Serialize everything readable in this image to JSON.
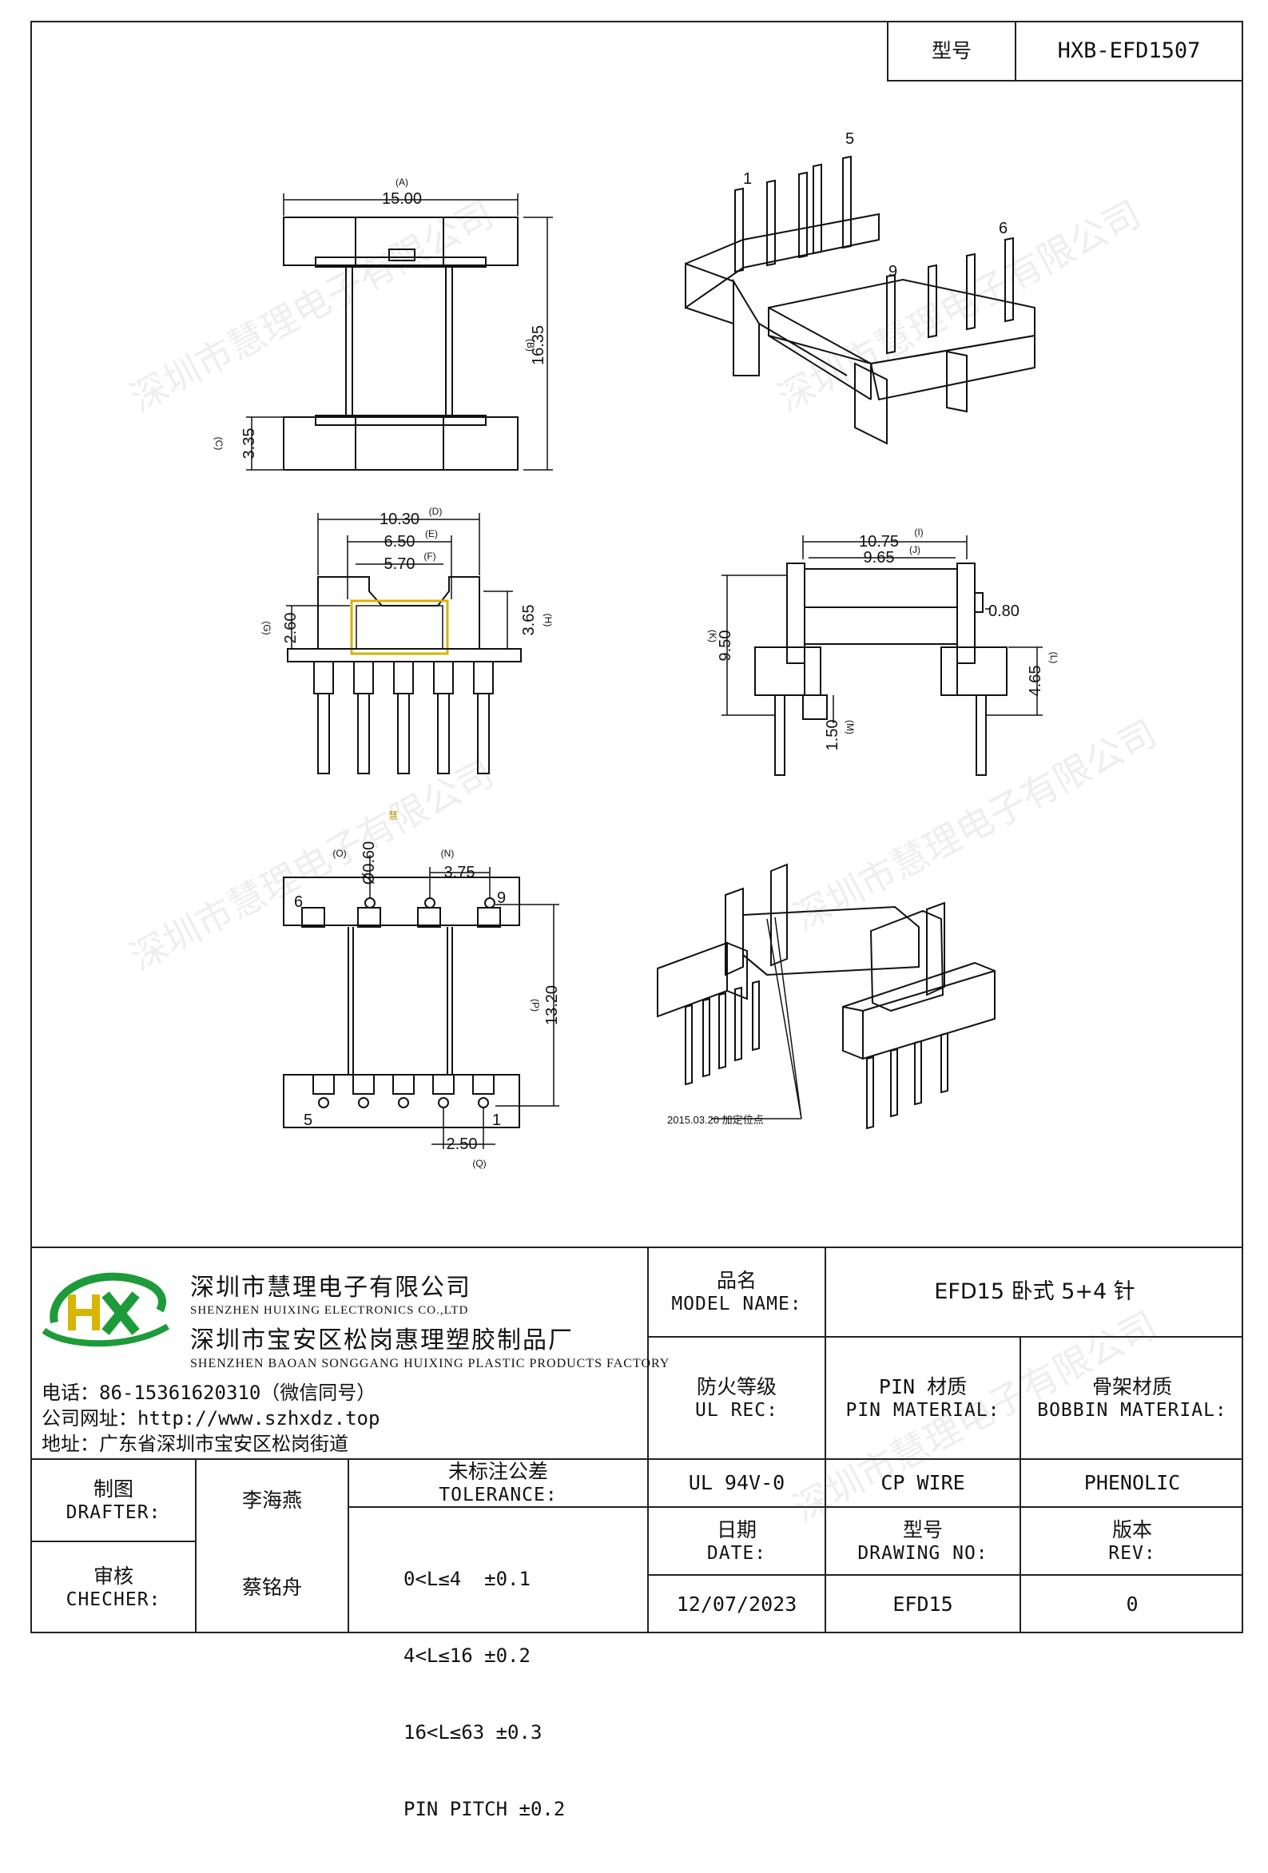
{
  "header": {
    "model_label": "型号",
    "model_value": "HXB-EFD1507"
  },
  "drawing": {
    "top_view": {
      "dim_a_tag": "(A)",
      "dim_a_value": "15.00",
      "dim_b_tag": "(B)",
      "dim_b_value": "16.35",
      "dim_c_tag": "(C)",
      "dim_c_value": "3.35"
    },
    "iso_top": {
      "pin_1": "1",
      "pin_5": "5",
      "pin_6": "6",
      "pin_9": "9"
    },
    "front_view": {
      "dim_d_tag": "(D)",
      "dim_d_value": "10.30",
      "dim_e_tag": "(E)",
      "dim_e_value": "6.50",
      "dim_f_tag": "(F)",
      "dim_f_value": "5.70",
      "dim_g_tag": "(G)",
      "dim_g_value": "2.60",
      "dim_h_tag": "(H)",
      "dim_h_value": "3.65"
    },
    "side_view": {
      "dim_i_tag": "(I)",
      "dim_i_value": "10.75",
      "dim_j_tag": "(J)",
      "dim_j_value": "9.65",
      "dim_k_tag": "(K)",
      "dim_k_value": "9.50",
      "dim_l_tag": "(L)",
      "dim_l_value": "4.65",
      "dim_m_tag": "(M)",
      "dim_m_value": "1.50",
      "dim_080": "0.80"
    },
    "bottom_view": {
      "dim_o_tag": "(O)",
      "dim_o_value": "Ø0.60",
      "dim_n_tag": "(N)",
      "dim_n_value": "3.75",
      "dim_p_tag": "(P)",
      "dim_p_value": "13.20",
      "dim_q_tag": "(Q)",
      "dim_q_value": "2.50",
      "pin_6": "6",
      "pin_9": "9",
      "pin_5": "5",
      "pin_1": "1"
    },
    "iso_bottom": {
      "note": "2015.03.20  加定位点"
    },
    "stray_mark": "慧"
  },
  "company": {
    "name_cn_1": "深圳市慧理电子有限公司",
    "name_en_1": "SHENZHEN HUIXING ELECTRONICS CO.,LTD",
    "name_cn_2": "深圳市宝安区松岗惠理塑胶制品厂",
    "name_en_2": "SHENZHEN BAOAN SONGGANG HUIXING PLASTIC PRODUCTS FACTORY",
    "phone": "电话：86-15361620310（微信同号）",
    "website": "公司网址：http://www.szhxdz.top",
    "address": "地址：广东省深圳市宝安区松岗街道",
    "logo_text": "HX"
  },
  "title_block": {
    "product_name_cn": "品名",
    "product_name_en": "MODEL NAME:",
    "product_name_value": "EFD15 卧式 5+4 针",
    "fire_rating_cn": "防火等级",
    "fire_rating_en": "UL REC:",
    "fire_rating_value": "UL 94V-0",
    "pin_material_cn": "PIN 材质",
    "pin_material_en": "PIN MATERIAL:",
    "pin_material_value": "CP WIRE",
    "bobbin_material_cn": "骨架材质",
    "bobbin_material_en": "BOBBIN MATERIAL:",
    "bobbin_material_value": "PHENOLIC",
    "drafter_cn": "制图",
    "drafter_en": "DRAFTER:",
    "drafter_value": "李海燕",
    "checker_cn": "审核",
    "checker_en": "CHECHER:",
    "checker_value": "蔡铭舟",
    "tolerance_cn": "未标注公差",
    "tolerance_en": "TOLERANCE:",
    "tolerance_lines": [
      "0<L≤4  ±0.1",
      "4<L≤16 ±0.2",
      "16<L≤63 ±0.3",
      "PIN PITCH ±0.2"
    ],
    "date_cn": "日期",
    "date_en": "DATE:",
    "date_value": "12/07/2023",
    "drawing_no_cn": "型号",
    "drawing_no_en": "DRAWING NO:",
    "drawing_no_value": "EFD15",
    "rev_cn": "版本",
    "rev_en": "REV:",
    "rev_value": "0"
  },
  "watermark": "深圳市慧理电子有限公司"
}
